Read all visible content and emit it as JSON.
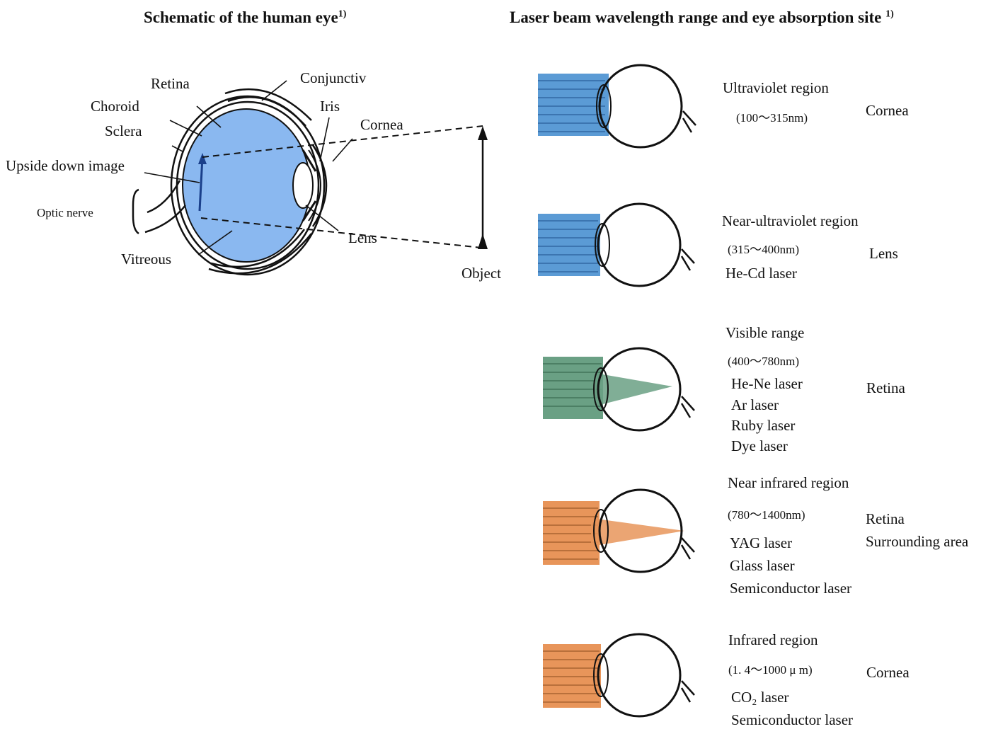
{
  "left": {
    "title": "Schematic of the human eye",
    "title_sup": "1)",
    "labels": {
      "retina": "Retina",
      "conjunctiva": "Conjunctiv",
      "choroid": "Choroid",
      "iris": "Iris",
      "sclera": "Sclera",
      "cornea": "Cornea",
      "upside_down_image": "Upside down image",
      "optic_nerve": "Optic nerve",
      "lens": "Lens",
      "vitreous": "Vitreous",
      "object": "Object"
    }
  },
  "right": {
    "title": "Laser beam wavelength range and eye absorption site",
    "title_sup": "1)",
    "rows": [
      {
        "region": "Ultraviolet region",
        "range": "(100～315nm)",
        "lasers": [],
        "site": "Cornea",
        "beam_color": "#5b9bd5"
      },
      {
        "region": "Near-ultraviolet region",
        "range": "(315～400nm)",
        "lasers": [
          "He-Cd laser"
        ],
        "site": "Lens",
        "beam_color": "#5b9bd5"
      },
      {
        "region": "Visible range",
        "range": "(400～780nm)",
        "lasers": [
          "He-Ne laser",
          "Ar laser",
          "Ruby laser",
          "Dye laser"
        ],
        "site": "Retina",
        "beam_color": "#6aa084"
      },
      {
        "region": "Near infrared region",
        "range": "(780～1400nm)",
        "lasers": [
          "YAG laser",
          "Glass laser",
          "Semiconductor laser"
        ],
        "site": "Retina",
        "site_extra": "Surrounding area",
        "beam_color": "#e8955a"
      },
      {
        "region": "Infrared region",
        "range": "(1. 4～1000 μ m)",
        "lasers": [
          "CO₂ laser",
          "Semiconductor laser"
        ],
        "site": "Cornea",
        "beam_color": "#e8955a"
      }
    ]
  },
  "colors": {
    "eye_fill": "#8ab8f0",
    "uv_beam": "#5b9bd5",
    "visible_beam": "#6aa084",
    "ir_beam": "#e8955a"
  }
}
